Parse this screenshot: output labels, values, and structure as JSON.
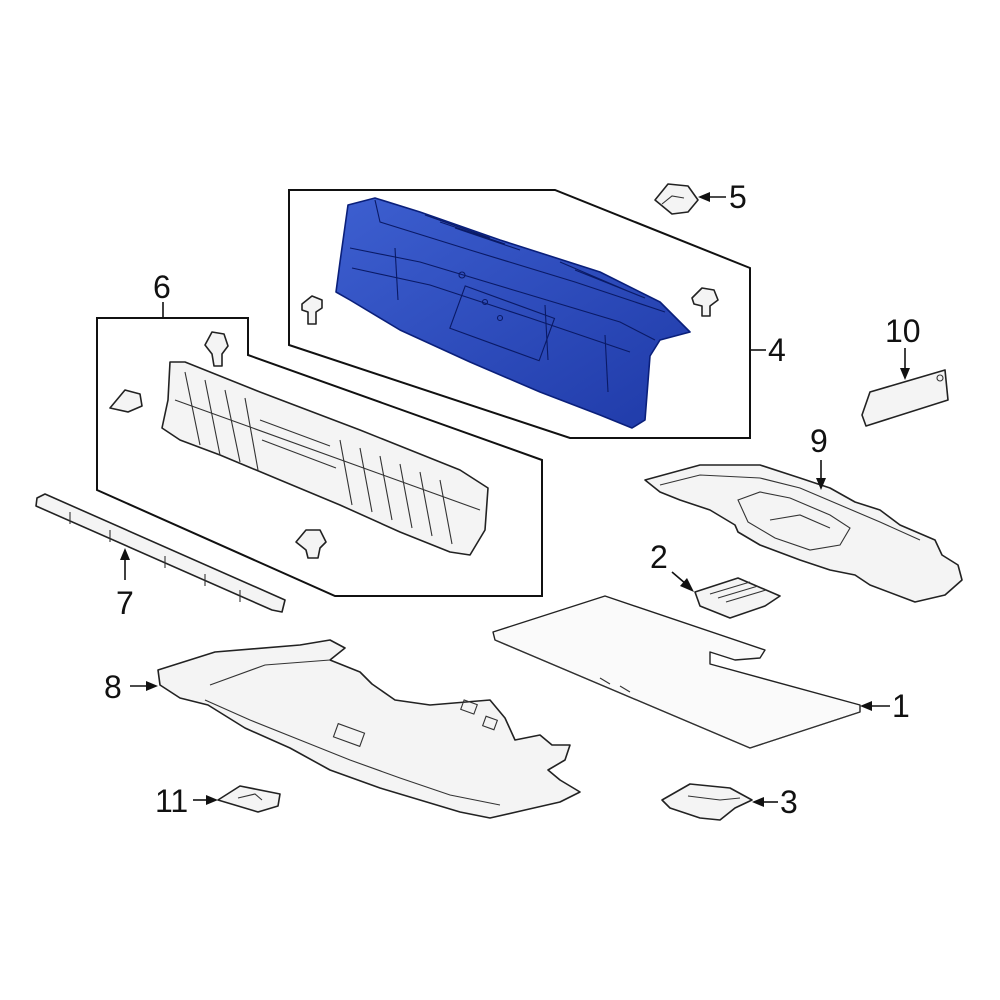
{
  "colors": {
    "highlight": "#2e4fc0",
    "highlight_dark": "#1a2f8f",
    "line": "#111111",
    "part_fill": "#f4f4f4"
  },
  "callouts": [
    {
      "id": "1",
      "label": "1"
    },
    {
      "id": "2",
      "label": "2"
    },
    {
      "id": "3",
      "label": "3"
    },
    {
      "id": "4",
      "label": "4"
    },
    {
      "id": "5",
      "label": "5"
    },
    {
      "id": "6",
      "label": "6"
    },
    {
      "id": "7",
      "label": "7"
    },
    {
      "id": "8",
      "label": "8"
    },
    {
      "id": "9",
      "label": "9"
    },
    {
      "id": "10",
      "label": "10"
    },
    {
      "id": "11",
      "label": "11"
    }
  ],
  "highlighted_part": "4"
}
